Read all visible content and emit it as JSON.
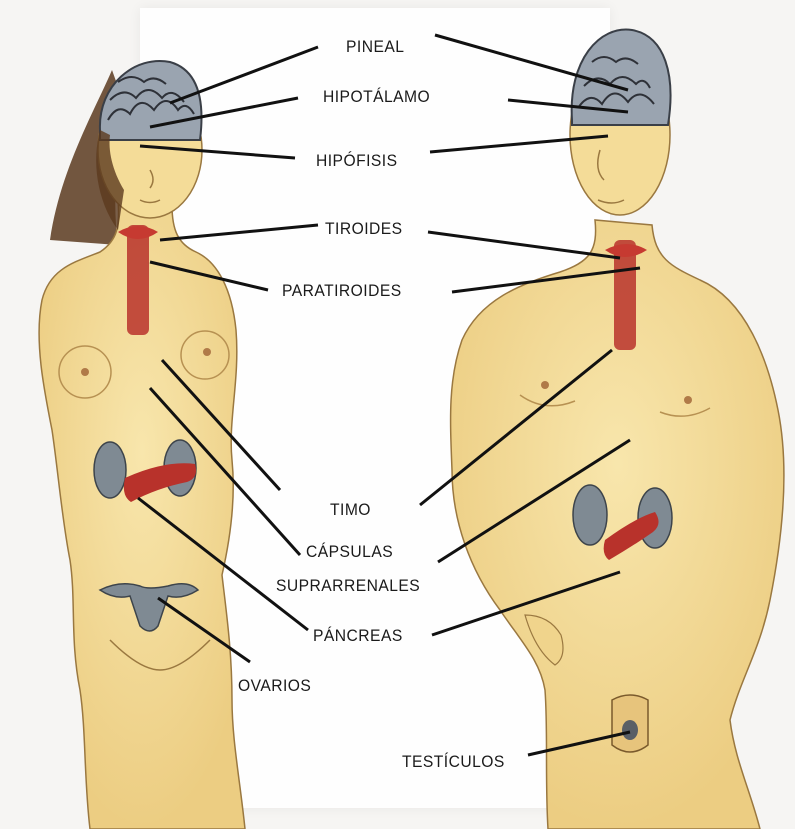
{
  "labels": {
    "pineal": "PINEAL",
    "hipotalamo": "HIPOTÁLAMO",
    "hipofisis": "HIPÓFISIS",
    "tiroides": "TIROIDES",
    "paratiroides": "PARATIROIDES",
    "timo": "TIMO",
    "capsulas": "CÁPSULAS",
    "suprarrenales": "SUPRARRENALES",
    "pancreas": "PÁNCREAS",
    "ovarios": "OVARIOS",
    "testiculos": "TESTÍCULOS"
  },
  "colors": {
    "skin": "#f4dc98",
    "skin_shadow": "#e2bf6f",
    "outline": "#7a5a2c",
    "brain": "#8e9aa8",
    "gland_red": "#b8322b",
    "kidney": "#7f8a93",
    "hair": "#5b3a1e",
    "leader_line": "#111111"
  }
}
